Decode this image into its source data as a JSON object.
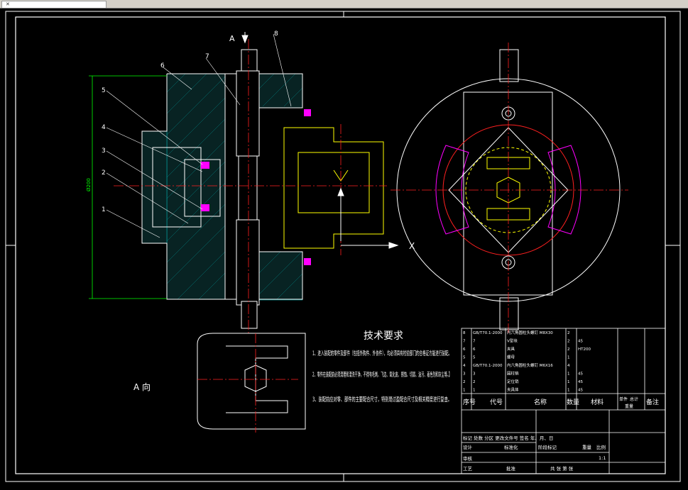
{
  "window": {
    "tab_close_glyph": "✕"
  },
  "drawing": {
    "section_label": "A",
    "view_label": "A 向",
    "axis_x_label": "X",
    "dimension_text": "Ø200",
    "small_mark": "8",
    "balloons": [
      "1",
      "2",
      "3",
      "4",
      "5",
      "6",
      "7",
      "8"
    ],
    "tech_req": {
      "title": "技术要求",
      "items": [
        "1、进入装配的零件及部件（包括外购件、外协件），均必须具有检验部门的合格证方能进行装配。",
        "2、零件在装配前必须清理和清洗干净，不得有毛刺、飞边、氧化皮、锈蚀、切屑、油污、着色剂和灰尘等。】",
        "3、装配前应对零、部件的主要配合尺寸，特别是过盈配合尺寸及相关精度进行复查。"
      ]
    },
    "bom": {
      "rows": [
        [
          "8",
          "GB/T70.1-2000",
          "内六角圆柱头螺钉 M8X30",
          "2",
          "",
          ""
        ],
        [
          "7",
          "7",
          "V型块",
          "2",
          "45",
          ""
        ],
        [
          "6",
          "6",
          "夹具",
          "2",
          "HT200",
          ""
        ],
        [
          "5",
          "5",
          "螺母",
          "1",
          "",
          ""
        ],
        [
          "4",
          "GB/T70.1-2000",
          "内六角圆柱头螺钉 M6X16",
          "4",
          "",
          ""
        ],
        [
          "3",
          "3",
          "圆柱销",
          "1",
          "45",
          ""
        ],
        [
          "2",
          "2",
          "定位销",
          "1",
          "45",
          ""
        ],
        [
          "1",
          "1",
          "夹具体",
          "1",
          "45",
          ""
        ]
      ],
      "headers": [
        "序号",
        "代号",
        "名称",
        "数量",
        "材料",
        "单件",
        "总计",
        "备注"
      ],
      "weight_label": "重量"
    },
    "title_block": {
      "rev_headers": [
        "标记",
        "处数",
        "分区",
        "更改文件号",
        "签名",
        "年、月、日"
      ],
      "design": "设计",
      "standard": "标准化",
      "review": "审核",
      "process": "工艺",
      "approve": "批准",
      "stage_mark": "阶段标记",
      "weight": "重量",
      "scale": "比例",
      "scale_value": "1:1",
      "sheets": "共  张  第  张"
    }
  }
}
